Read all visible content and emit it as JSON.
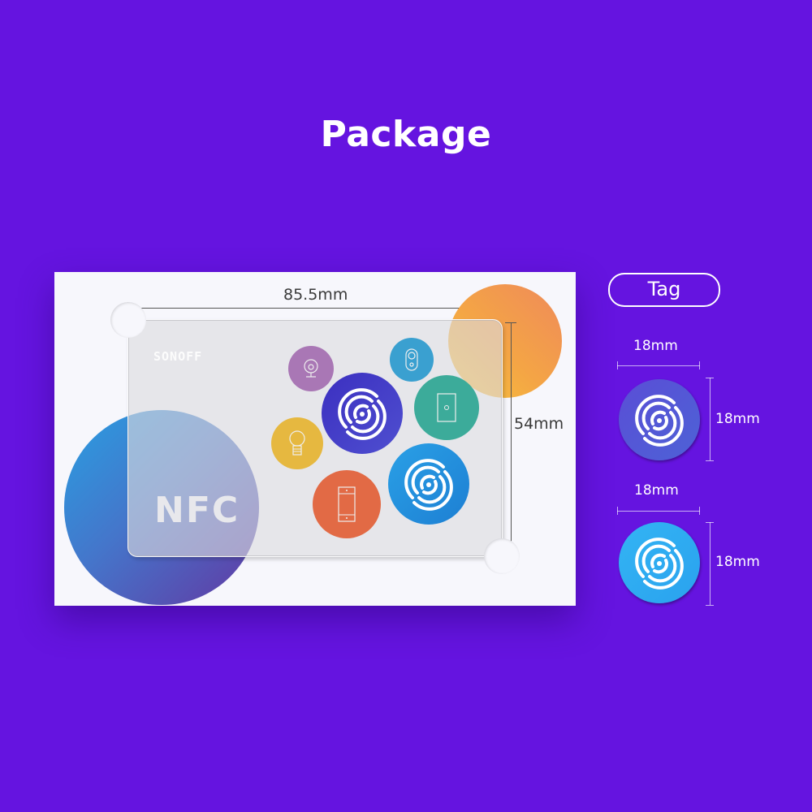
{
  "header": {
    "title": "Package"
  },
  "package": {
    "card_brand": "SONOFF",
    "card_label": "NFC",
    "width_label": "85.5mm",
    "height_label": "54mm",
    "colors": {
      "orange": "#f4a545",
      "nfc_blue": "#3b6fc8",
      "purple_tag": "#4a3fc9",
      "blue_tag": "#2390dc"
    },
    "icons": [
      {
        "name": "camera-icon",
        "color": "#a977b5"
      },
      {
        "name": "smart-plug-icon",
        "color": "#3aa0d0"
      },
      {
        "name": "nfc-wave-icon",
        "color": "#4a3fc9"
      },
      {
        "name": "wall-switch-icon",
        "color": "#3cab9a"
      },
      {
        "name": "light-bulb-icon",
        "color": "#e6b840"
      },
      {
        "name": "nfc-wave-icon",
        "color": "#2390dc"
      },
      {
        "name": "curtain-switch-icon",
        "color": "#e26a45"
      }
    ]
  },
  "tag_section": {
    "label": "Tag",
    "tags": [
      {
        "name": "purple-tag",
        "width_label": "18mm",
        "height_label": "18mm",
        "color": "#5455d6"
      },
      {
        "name": "blue-tag",
        "width_label": "18mm",
        "height_label": "18mm",
        "color": "#2ea8f0"
      }
    ]
  }
}
